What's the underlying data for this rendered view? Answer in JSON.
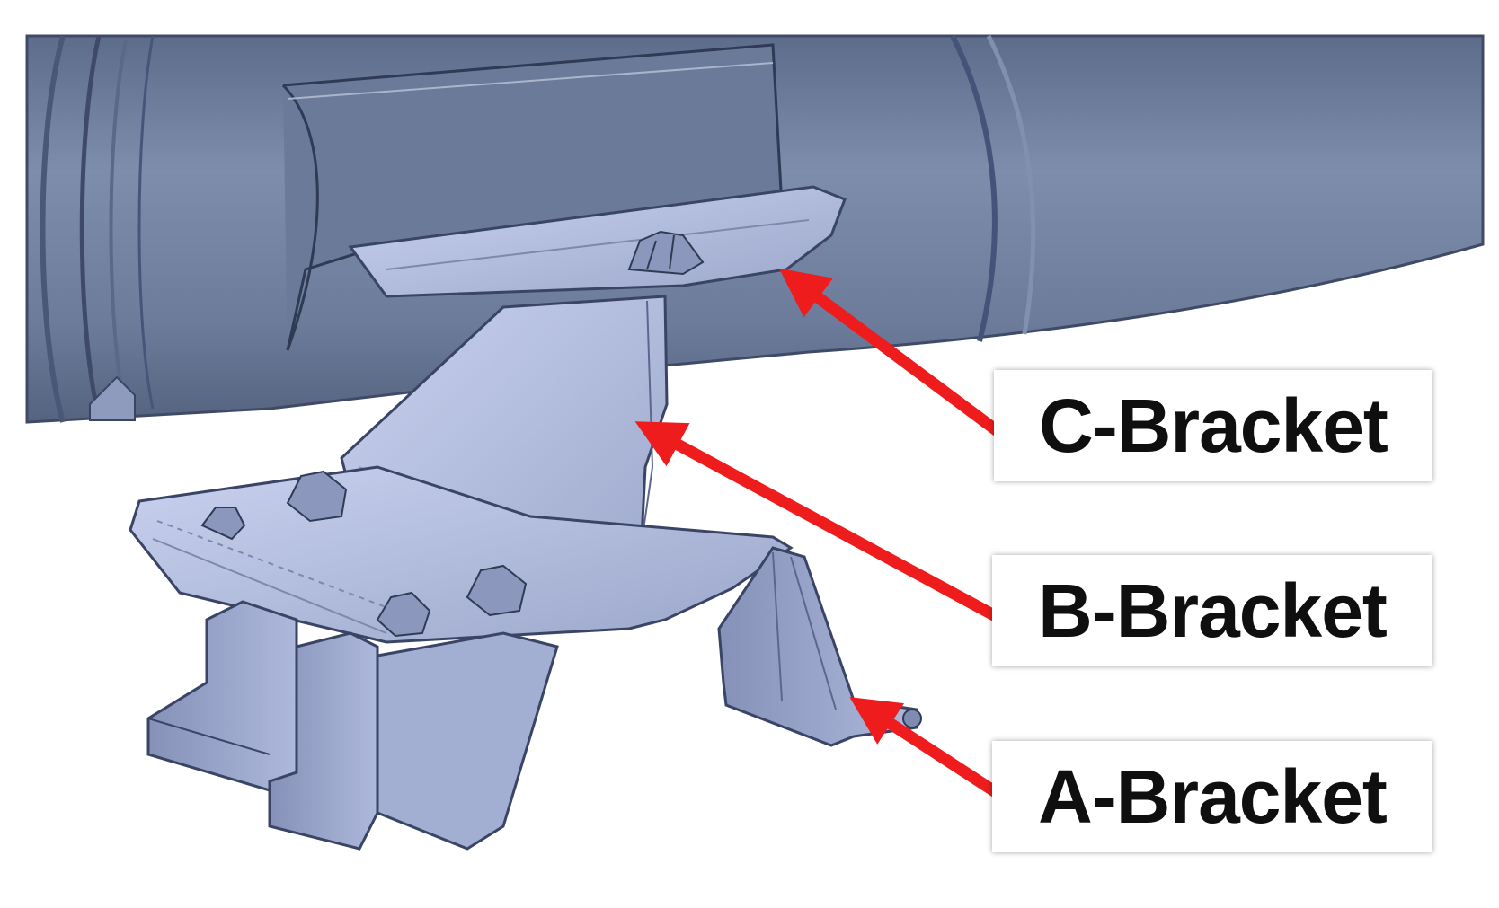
{
  "labels": {
    "c_bracket": "C-Bracket",
    "b_bracket": "B-Bracket",
    "a_bracket": "A-Bracket"
  },
  "colors": {
    "arrow": "#ee1c1c",
    "tube": "#6d7e9c",
    "bracket": "#b4bfe0",
    "outline": "#3a4566",
    "background": "#ffffff"
  }
}
